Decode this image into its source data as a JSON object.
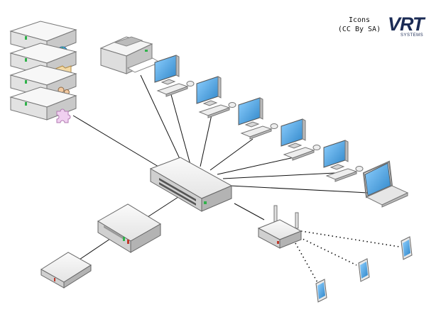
{
  "credit": {
    "line1": "Icons",
    "line2": "(CC By SA)"
  },
  "logo": {
    "brand": "VRT",
    "sub": "SYSTEMS",
    "color": "#1b2b55"
  },
  "colors": {
    "device_light": "#f2f2f2",
    "device_mid": "#d6d6d6",
    "device_dark": "#a9a9a9",
    "outline": "#555555",
    "screen": "#4aa3e0",
    "link": "#111111",
    "led": "#2fb24a",
    "port_red": "#c0392b"
  },
  "diagram": {
    "servers": [
      "globe-icon",
      "folder-icon",
      "users-icon",
      "puzzle-icon"
    ],
    "desktops": 5,
    "laptops": 1,
    "wireless_tablets": 3
  }
}
